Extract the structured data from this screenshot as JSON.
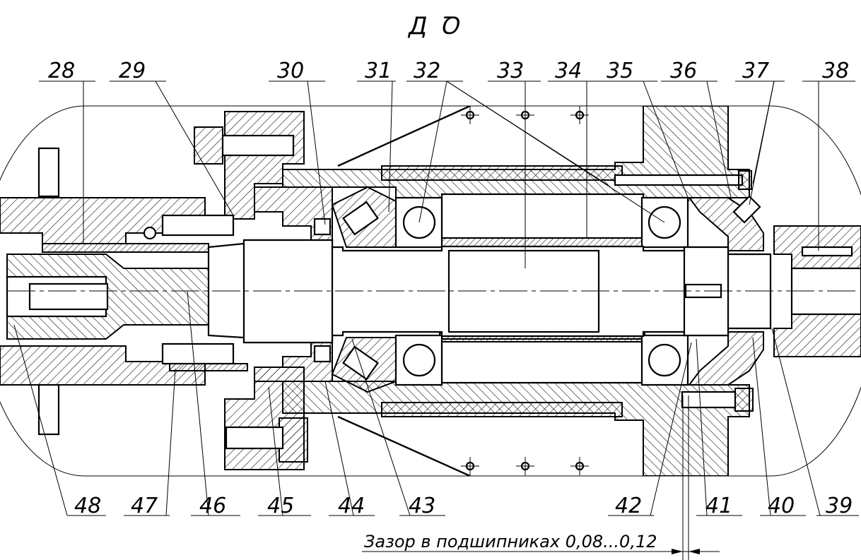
{
  "view": {
    "title": "Д",
    "rotation_symbol": "Ꝺ"
  },
  "callouts": {
    "top": [
      "28",
      "29",
      "30",
      "31",
      "32",
      "33",
      "34",
      "35",
      "36",
      "37",
      "38"
    ],
    "bottom": [
      "48",
      "47",
      "46",
      "45",
      "44",
      "43",
      "42",
      "41",
      "40",
      "39"
    ]
  },
  "note": "Зазор в подшипниках 0,08...0,12"
}
